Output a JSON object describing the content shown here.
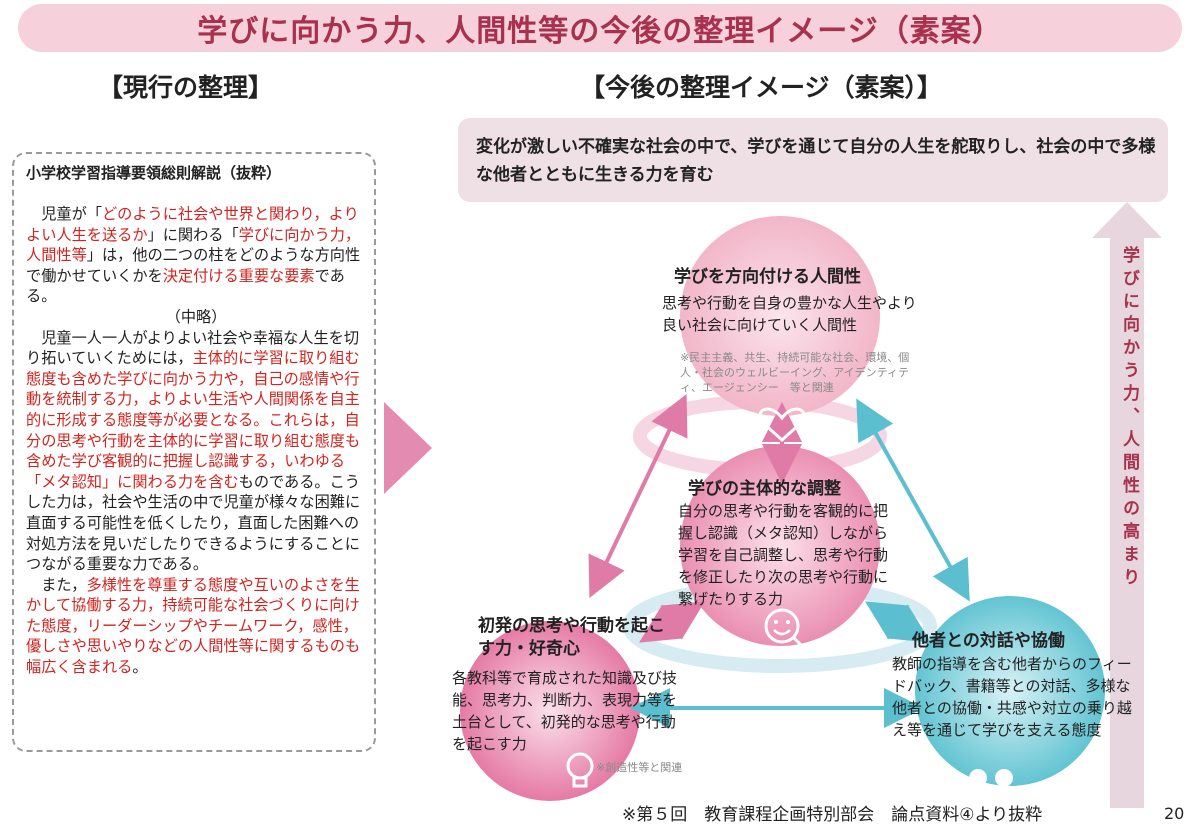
{
  "title": "学びに向かう力、人間性等の今後の整理イメージ（素案）",
  "left_heading": "【現行の整理】",
  "right_heading": "【今後の整理イメージ（素案）】",
  "excerpt": {
    "title": "小学校学習指導要領総則解説（抜粋）",
    "p1": [
      {
        "t": "　児童が「",
        "r": false
      },
      {
        "t": "どのように社会や世界と関わり，よりよい人生を送るか",
        "r": true
      },
      {
        "t": "」に関わる「",
        "r": false
      },
      {
        "t": "学びに向かう力，人間性等",
        "r": true
      },
      {
        "t": "」は，他の二つの柱をどのような方向性で働かせていくかを",
        "r": false
      },
      {
        "t": "決定付ける重要な要素",
        "r": true
      },
      {
        "t": "である。",
        "r": false
      }
    ],
    "p2": "（中略）",
    "p3": [
      {
        "t": "　児童一人一人がよりよい社会や幸福な人生を切り拓いていくためには，",
        "r": false
      },
      {
        "t": "主体的に学習に取り組む態度も含めた学びに向かう力や，自己の感情や行動を統制する力，よりよい生活や人間関係を自主的に形成する態度等が必要となる。これらは，自分の思考や行動を主体的に学習に取り組む態度も含めた学び客観的に把握し認識する，いわゆる「メタ認知」に関わる力を含む",
        "r": true
      },
      {
        "t": "ものである。こうした力は，社会や生活の中で児童が様々な困難に直面する可能性を低くしたり，直面した困難への対処方法を見いだしたりできるようにすることにつながる重要な力である。",
        "r": false
      }
    ],
    "p4": [
      {
        "t": "　また，",
        "r": false
      },
      {
        "t": "多様性を尊重する態度や互いのよさを生かして協働する力，持続可能な社会づくりに向けた態度，リーダーシップやチームワーク，感性，優しさや思いやりなどの人間性等に関するものも幅広く含まれる",
        "r": true
      },
      {
        "t": "。",
        "r": false
      }
    ]
  },
  "goal": "変化が激しい不確実な社会の中で、学びを通じて自分の人生を舵取りし、社会の中で多様な他者とともに生きる力を育む",
  "side_label": "学びに向かう力、人間性の高まり",
  "circles": {
    "top": {
      "title": "学びを方向付ける人間性",
      "body": "思考や行動を自身の豊かな人生やより良い社会に向けていく人間性",
      "note": "※民主主義、共生、持続可能な社会、環境、個人・社会のウェルビーイング、アイデンティティ、エージェンシー　等と関連",
      "color": "#f4b8cc"
    },
    "center": {
      "title": "学びの主体的な調整",
      "body": "自分の思考や行動を客観的に把握し認識（メタ認知）しながら学習を自己調整し、思考や行動を修正したり次の思考や行動に繋げたりする力",
      "color": "#ec8fb2"
    },
    "left": {
      "title": "初発の思考や行動を起こす力・好奇心",
      "body": "各教科等で育成された知識及び技能、思考力、判断力、表現力等を土台として、初発的な思考や行動を起こす力",
      "note": "※創造性等と関連",
      "color": "#e67fa8"
    },
    "right": {
      "title": "他者との対話や協働",
      "body": "教師の指導を含む他者からのフィードバック、書籍等との対話、多様な他者との協働・共感や対立の乗り越え等を通じて学びを支える態度",
      "color": "#6ccad6"
    }
  },
  "colors": {
    "accent": "#a8324e",
    "red": "#d2231f",
    "banner": "#f6d0da",
    "arrow_pink": "#e07aa6",
    "arrow_blue": "#5bbfd0"
  },
  "footer": {
    "source": "※第５回　教育課程企画特別部会　論点資料④より抜粋",
    "page": "20"
  },
  "icons": [
    "heart-icon",
    "smile-icon",
    "lightbulb-icon",
    "people-icon"
  ]
}
